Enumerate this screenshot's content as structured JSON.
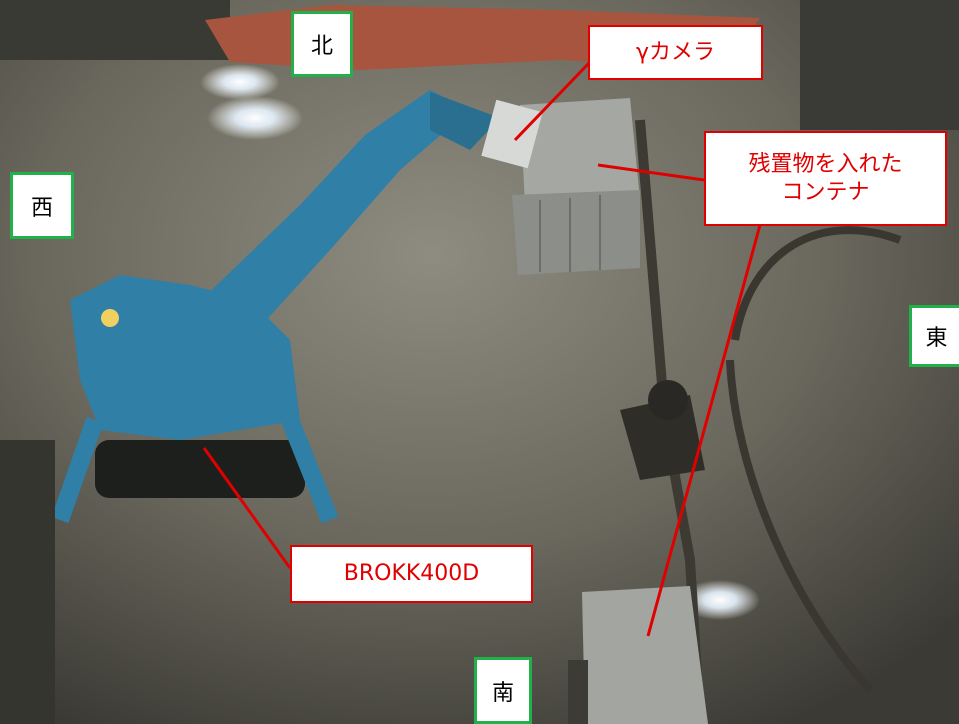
{
  "labels": {
    "north": "北",
    "south": "南",
    "east": "東",
    "west": "西",
    "gamma_camera": "γカメラ",
    "container_line1": "残置物を入れた",
    "container_line2": "コンテナ",
    "machine": "BROKK400D"
  },
  "colors": {
    "direction_border": "#22b04b",
    "callout_border": "#e00000",
    "callout_text": "#e00000",
    "machine_body": "#2f7fa6"
  }
}
